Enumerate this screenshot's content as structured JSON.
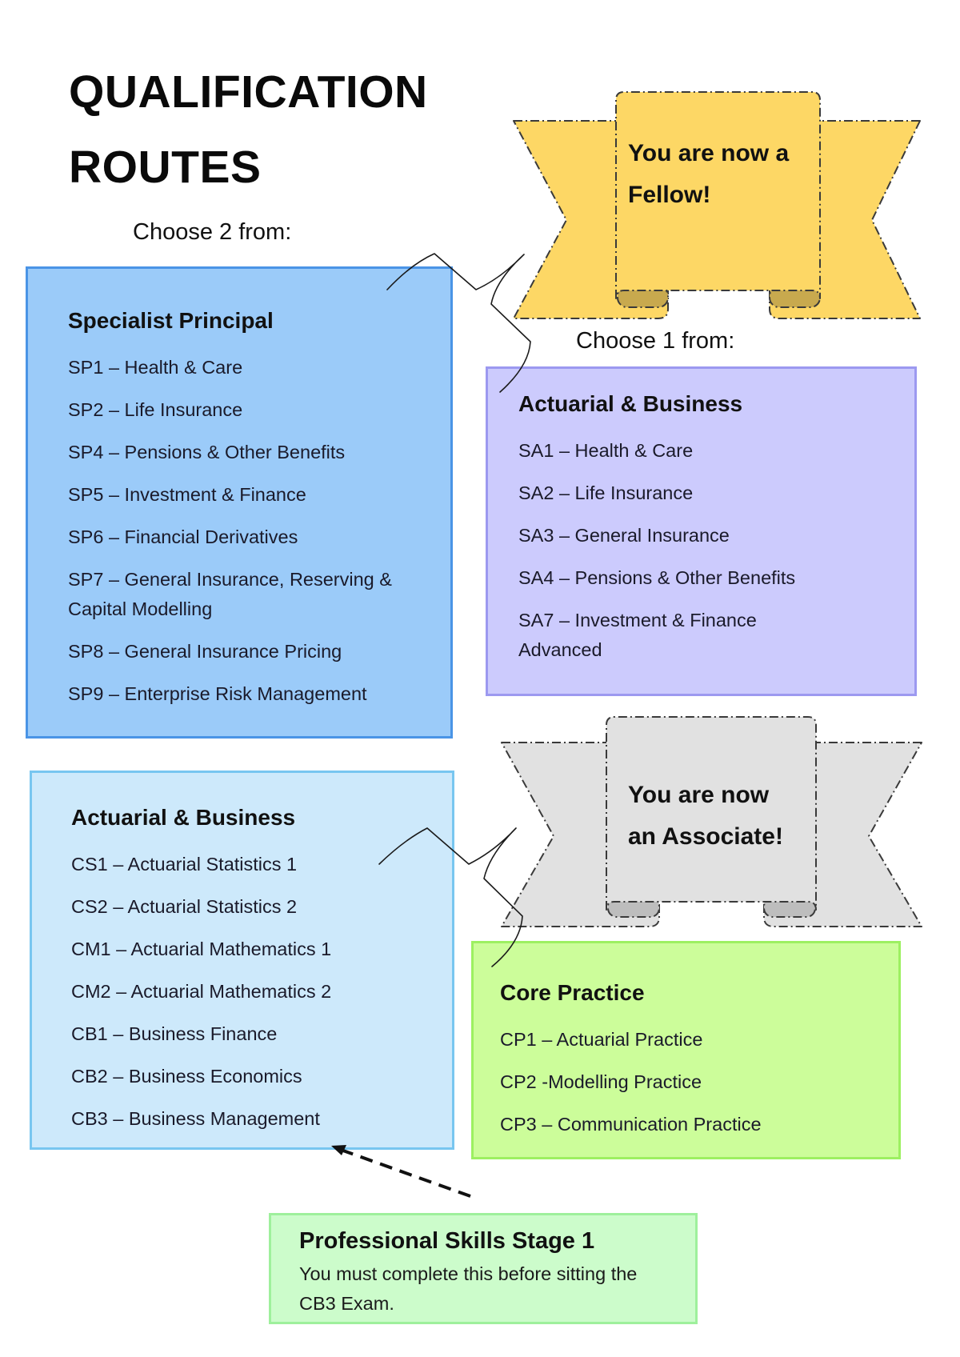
{
  "title": {
    "line1": "QUALIFICATION",
    "line2": "ROUTES"
  },
  "fellow_section": {
    "choose_label": "Choose 2 from:",
    "ribbon": {
      "line1": "You are now a",
      "line2": "Fellow!",
      "color": "#fdd765"
    }
  },
  "specialist_principal": {
    "heading": "Specialist Principal",
    "color": "#9bcbf9",
    "items": [
      "SP1 – Health & Care",
      "SP2 – Life Insurance",
      "SP4 – Pensions & Other Benefits",
      "SP5 – Investment & Finance",
      "SP6 – Financial Derivatives",
      "SP7 – General Insurance, Reserving & Capital Modelling",
      "SP8 – General Insurance Pricing",
      "SP9 – Enterprise Risk Management"
    ]
  },
  "specialist_advanced": {
    "choose_label": "Choose 1 from:",
    "heading": "Actuarial & Business",
    "color": "#cccbfd",
    "items": [
      "SA1 – Health & Care",
      "SA2 – Life Insurance",
      "SA3 – General Insurance",
      "SA4 – Pensions & Other Benefits",
      "SA7 – Investment & Finance Advanced"
    ]
  },
  "associate_section": {
    "ribbon": {
      "line1": "You are now",
      "line2": "an Associate!",
      "color": "#e1e1e1"
    }
  },
  "core_principles": {
    "heading": "Actuarial & Business",
    "color": "#cde9fb",
    "items": [
      "CS1 – Actuarial Statistics 1",
      "CS2 – Actuarial Statistics 2",
      "CM1 – Actuarial Mathematics 1",
      "CM2 – Actuarial Mathematics 2",
      "CB1 – Business Finance",
      "CB2 – Business Economics",
      "CB3 – Business Management"
    ]
  },
  "core_practice": {
    "heading": "Core Practice",
    "color": "#ccfd9a",
    "items": [
      "CP1 – Actuarial Practice",
      "CP2 -Modelling Practice",
      "CP3 – Communication Practice"
    ]
  },
  "professional_skills": {
    "heading": "Professional Skills Stage 1",
    "body": "You must complete this before sitting the CB3 Exam.",
    "color": "#ccfccb"
  }
}
